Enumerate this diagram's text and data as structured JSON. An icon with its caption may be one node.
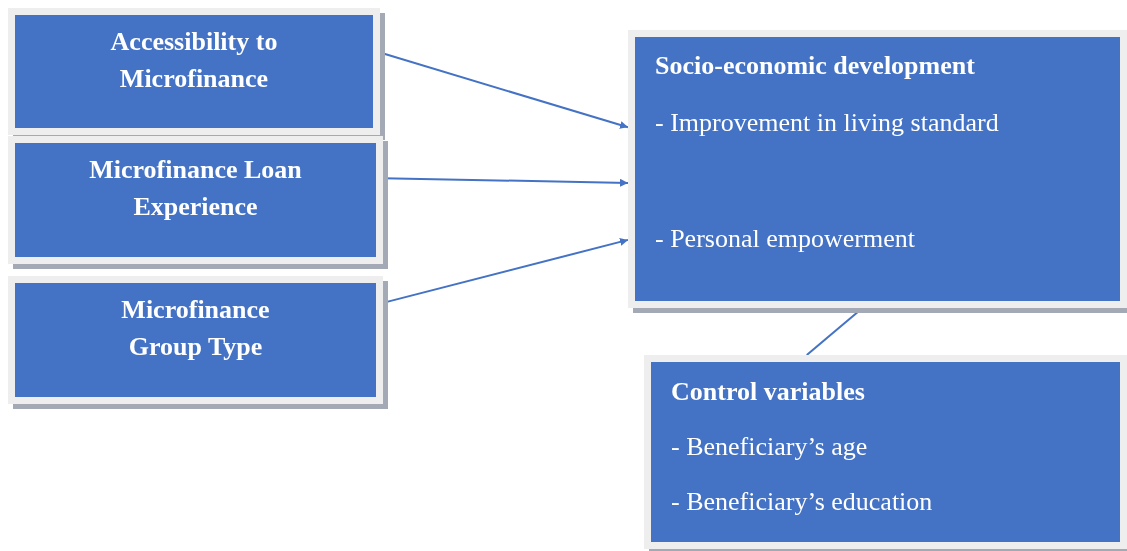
{
  "diagram": {
    "nodes": [
      {
        "text": [
          "Accessibility to Microfinance"
        ]
      },
      {
        "text": [
          "Microfinance Loan Experience"
        ]
      },
      {
        "text": [
          "Microfinance Group Type"
        ]
      },
      {
        "text": [
          "Socio-economic development",
          "- Improvement in living standard",
          "- Personal empowerment"
        ]
      },
      {
        "text": [
          "Control variables",
          "- Beneficiary’s age",
          "- Beneficiary’s education"
        ]
      }
    ],
    "edges": [
      {
        "from": 0,
        "to": 3,
        "arrow": "to"
      },
      {
        "from": 1,
        "to": 3,
        "arrow": "to"
      },
      {
        "from": 2,
        "to": 3,
        "arrow": "to"
      },
      {
        "from": 3,
        "to": 4,
        "arrow": "none"
      }
    ]
  }
}
